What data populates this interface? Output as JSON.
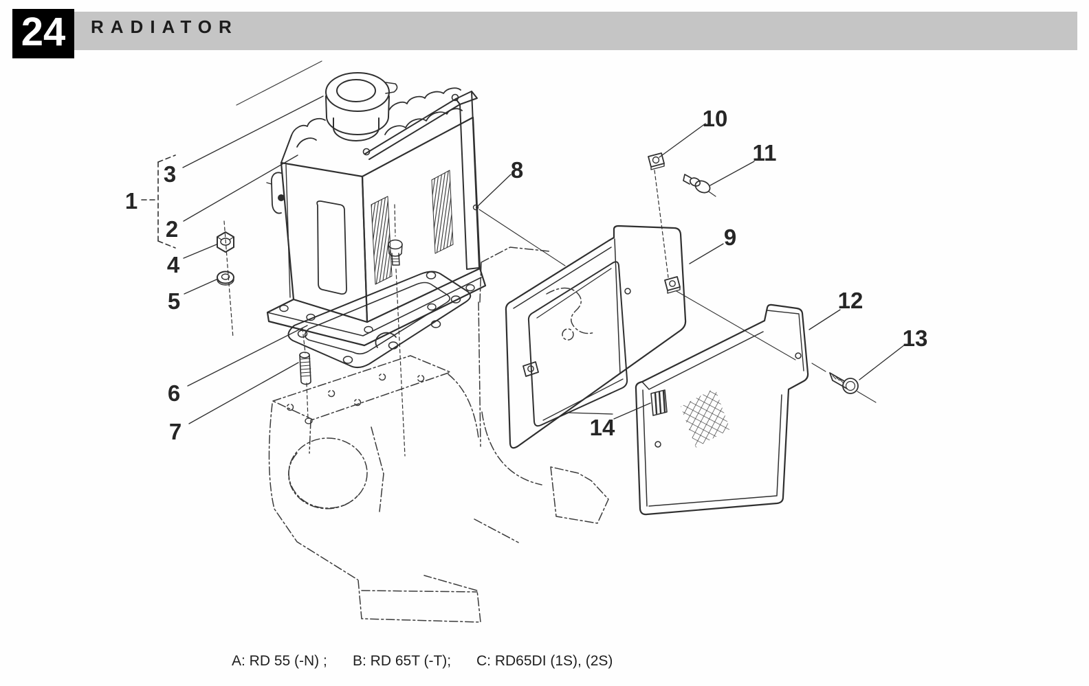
{
  "header": {
    "page_number": "24",
    "title": "RADIATOR"
  },
  "diagram": {
    "subject": "radiator exploded parts view",
    "callouts": [
      {
        "label": "1"
      },
      {
        "label": "2"
      },
      {
        "label": "3"
      },
      {
        "label": "4"
      },
      {
        "label": "5"
      },
      {
        "label": "6"
      },
      {
        "label": "7"
      },
      {
        "label": "8"
      },
      {
        "label": "9"
      },
      {
        "label": "10"
      },
      {
        "label": "11"
      },
      {
        "label": "12"
      },
      {
        "label": "13"
      },
      {
        "label": "14"
      }
    ]
  },
  "footer": {
    "variant_a": "A: RD 55 (-N) ;",
    "variant_b": "B: RD 65T (-T);",
    "variant_c": "C: RD65DI (1S), (2S)"
  },
  "colors": {
    "ink": "#2f2f2f",
    "phantom": "#3a3a3a",
    "header_bar": "#c5c5c5",
    "header_box": "#000000",
    "page": "#ffffff"
  }
}
